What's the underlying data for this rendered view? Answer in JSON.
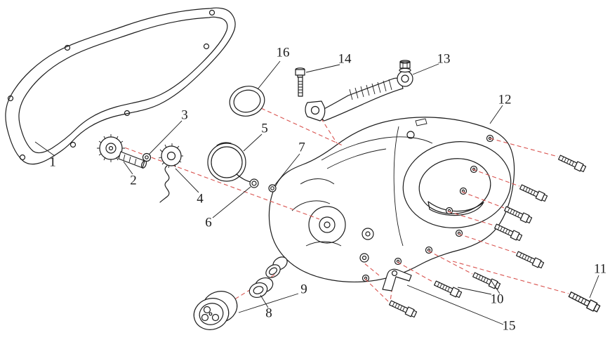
{
  "diagram": {
    "background": "#ffffff",
    "colors": {
      "line": "#1c1c1c",
      "leader": "#d9534f"
    },
    "callouts": [
      {
        "num": "1"
      },
      {
        "num": "2"
      },
      {
        "num": "3"
      },
      {
        "num": "4"
      },
      {
        "num": "5"
      },
      {
        "num": "6"
      },
      {
        "num": "7"
      },
      {
        "num": "8"
      },
      {
        "num": "9"
      },
      {
        "num": "10"
      },
      {
        "num": "11"
      },
      {
        "num": "12"
      },
      {
        "num": "13"
      },
      {
        "num": "14"
      },
      {
        "num": "15"
      },
      {
        "num": "16"
      }
    ]
  }
}
